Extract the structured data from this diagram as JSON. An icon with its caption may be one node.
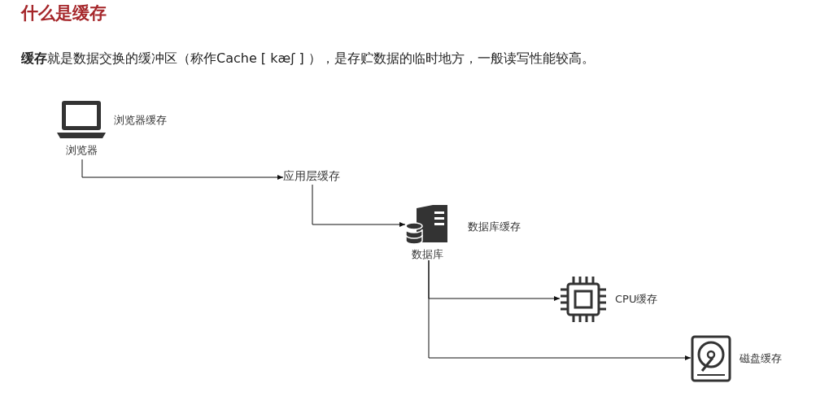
{
  "diagram": {
    "title": "什么是缓存",
    "nodes": [
      {
        "text": [
          "浏览器"
        ],
        "beside": [
          "浏览器缓存"
        ]
      },
      {
        "text": [
          "应用层缓存"
        ]
      },
      {
        "text": [
          "数据库"
        ],
        "beside": [
          "数据库缓存"
        ]
      },
      {
        "text": [
          "CPU缓存"
        ]
      },
      {
        "text": [
          "磁盘缓存"
        ]
      }
    ],
    "edges": [
      {
        "from": 0,
        "to": 1,
        "arrow": "to"
      },
      {
        "from": 1,
        "to": 2,
        "arrow": "to"
      },
      {
        "from": 2,
        "to": 3,
        "arrow": "to"
      },
      {
        "from": 2,
        "to": 4,
        "arrow": "to"
      }
    ],
    "labels": [
      "**缓存**就是数据交换的缓冲区（称作Cache [ kæʃ ] ），是存贮数据的临时地方，一般读写性能较高。"
    ]
  }
}
